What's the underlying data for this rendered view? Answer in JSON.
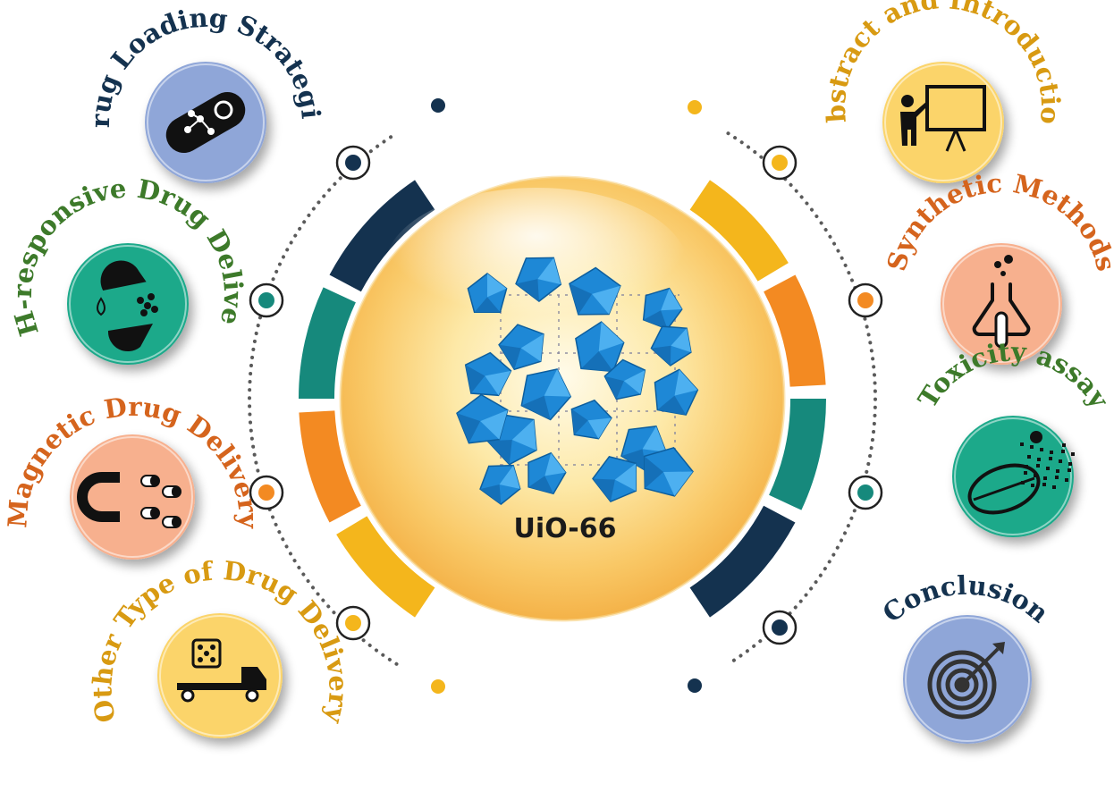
{
  "center": {
    "label": "UiO-66"
  },
  "colors": {
    "navy": "#14324f",
    "teal": "#16897c",
    "orange": "#f38a22",
    "gold": "#f4b61c",
    "dots": "#5a5a5a"
  },
  "topics": [
    {
      "label": "Drug Loading Strategies",
      "color": "#14324f",
      "fill": "#8fa6d8",
      "icon": "capsule-molecule-gear-icon"
    },
    {
      "label": "pH-responsive Drug Delivery",
      "color": "#3d7a2a",
      "fill": "#1ea98a",
      "icon": "ph-capsule-icon"
    },
    {
      "label": "Magnetic Drug Delivery",
      "color": "#d5641d",
      "fill": "#f7b08e",
      "icon": "magnet-capsules-icon"
    },
    {
      "label": "Other Type of Drug Delivery",
      "color": "#d89a12",
      "fill": "#fbd46a",
      "icon": "dice-truck-icon"
    },
    {
      "label": "Abstract and Introduction",
      "color": "#d89a12",
      "fill": "#fbd46a",
      "icon": "presenter-board-icon"
    },
    {
      "label": "Synthetic Methods",
      "color": "#d5641d",
      "fill": "#f7b08e",
      "icon": "flask-icon"
    },
    {
      "label": "Toxicity assay",
      "color": "#3d7a2a",
      "fill": "#1ea98a",
      "icon": "pill-skull-icon"
    },
    {
      "label": "Conclusion",
      "color": "#14324f",
      "fill": "#8fa6d8",
      "icon": "target-arrow-icon"
    }
  ]
}
